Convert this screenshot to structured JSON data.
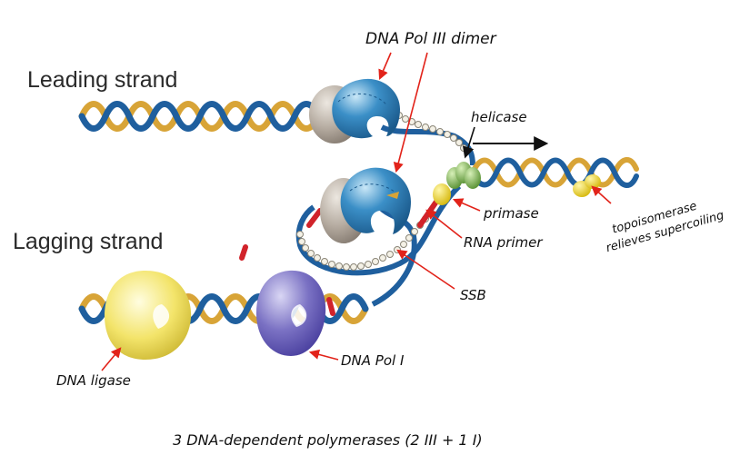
{
  "labels": {
    "leading_strand": "Leading strand",
    "lagging_strand": "Lagging strand",
    "dna_pol_iii_dimer": "DNA Pol III dimer",
    "helicase": "helicase",
    "primase": "primase",
    "rna_primer": "RNA primer",
    "ssb": "SSB",
    "topoisomerase_line1": "topoisomerase",
    "topoisomerase_line2": "relieves supercoiling",
    "dna_ligase": "DNA ligase",
    "dna_pol_i": "DNA Pol I",
    "footer_note": "3 DNA-dependent polymerases (2 III + 1 I)"
  },
  "colors": {
    "strand_blue": "#1f5f9e",
    "strand_gold": "#d8a437",
    "pol_iii_blue": "#3b8fc7",
    "pol_iii_tan": "#b5aba0",
    "pol_i_purple": "#7b72c4",
    "ligase_yellow": "#f3e46a",
    "helicase_green": "#74b24a",
    "primer_red": "#d1232a",
    "arrow_red": "#e2231a",
    "ssb_bead": "#f4f1e6"
  },
  "icons": {
    "direction_arrow": "arrow-right-icon"
  }
}
